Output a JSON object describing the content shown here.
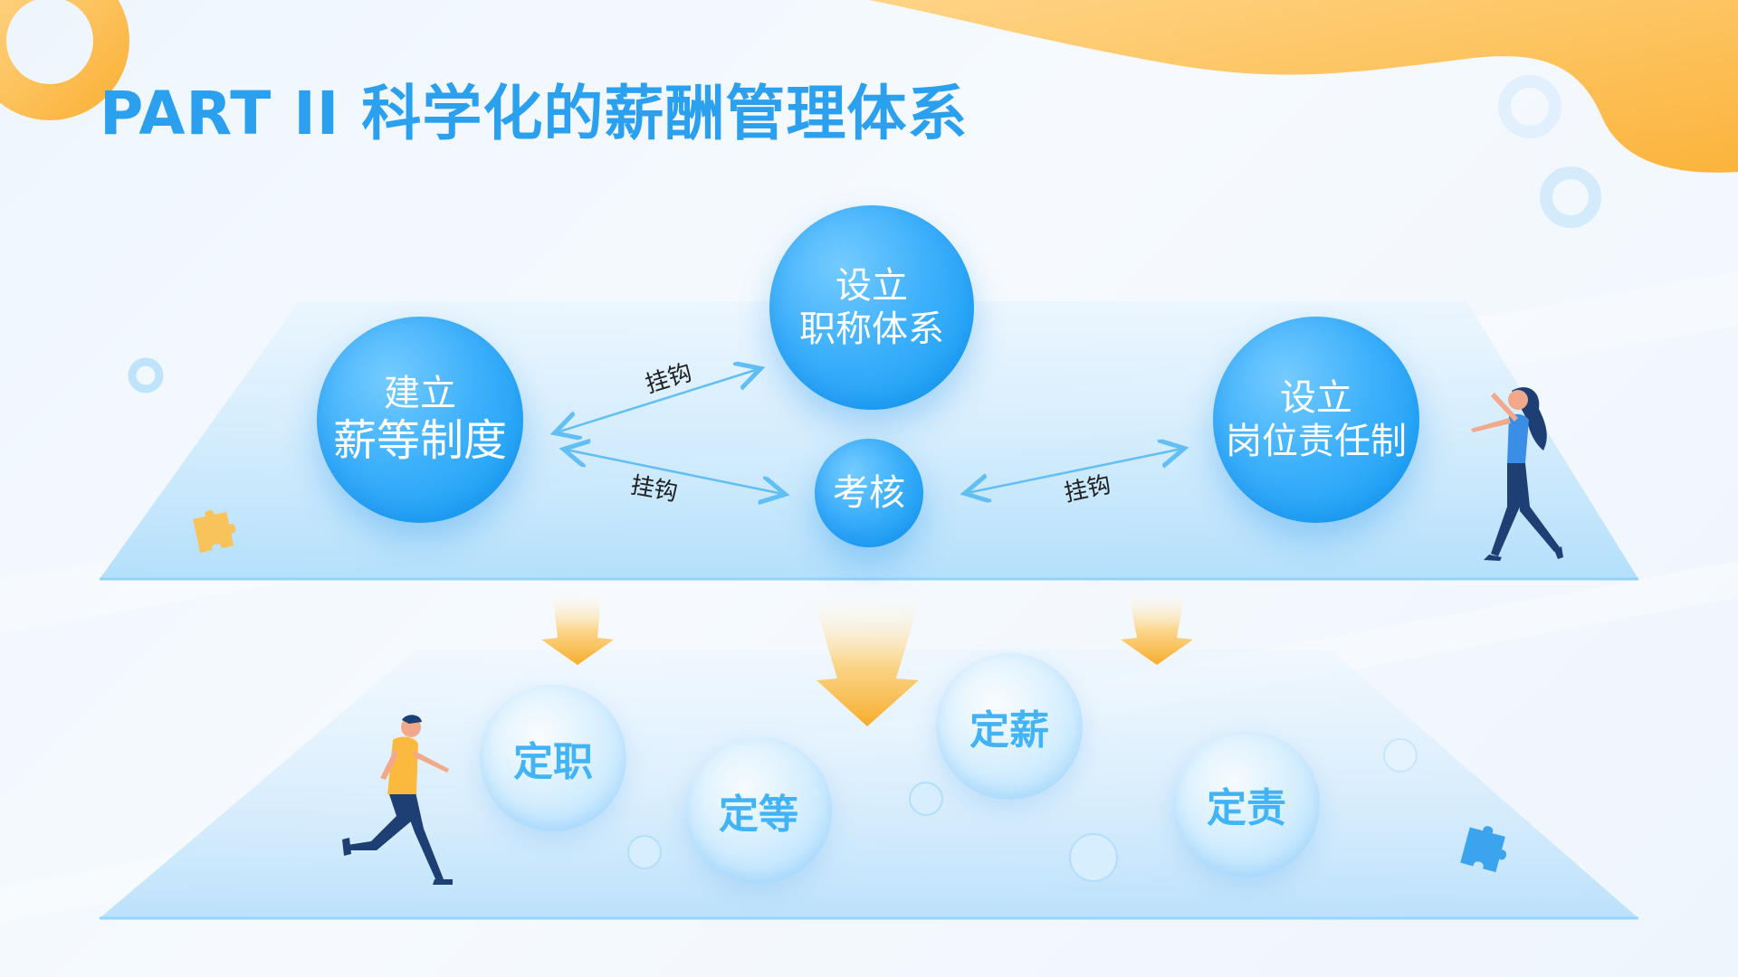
{
  "title": "PART II 科学化的薪酬管理体系",
  "nodes": {
    "salary_system": {
      "line1": "建立",
      "line2": "薪等制度"
    },
    "title_system": {
      "line1": "设立",
      "line2": "职称体系"
    },
    "assessment": {
      "label": "考核"
    },
    "post_system": {
      "line1": "设立",
      "line2": "岗位责任制"
    }
  },
  "links": {
    "upper_left": "挂钩",
    "lower_left": "挂钩",
    "right": "挂钩"
  },
  "outcomes": [
    {
      "label": "定职"
    },
    {
      "label": "定等"
    },
    {
      "label": "定薪"
    },
    {
      "label": "定责"
    }
  ],
  "colors": {
    "accent_blue": "#2ba0ef",
    "circle_blue": "#1ea5f5",
    "orange": "#fbbc48",
    "bubble_text": "#42b4f5"
  },
  "icons": [
    "puzzle-icon",
    "puzzle-icon",
    "ring-icon",
    "woman-figure",
    "man-figure"
  ]
}
